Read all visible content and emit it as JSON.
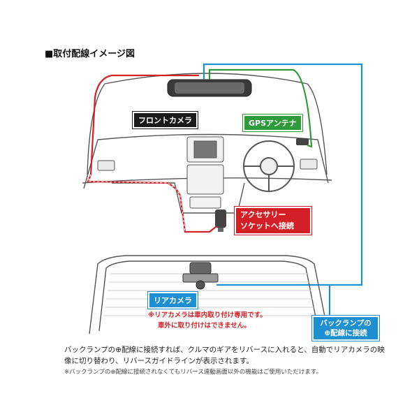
{
  "title": "■取付配線イメージ図",
  "labels": {
    "front_camera": "フロントカメラ",
    "gps_antenna": "GPSアンテナ",
    "accessory_line1": "アクセサリー",
    "accessory_line2": "ソケットへ接続",
    "rear_camera": "リアカメラ",
    "rear_note_1": "※リアカメラは車内取り付け専用です。",
    "rear_note_2": "車外に取り付けはできません。",
    "backlamp_line1": "バックランプの",
    "backlamp_line2": "⊕配線に接続"
  },
  "description": "バックランプの⊕配線に接続すれば、クルマのギアをリバースに入れると、自動でリアカメラの映像に切り替わり、リバースガイドラインが表示されます。",
  "footnote": "※バックランプの⊕配線に接続されなくてもリバース連動画面以外の機能はご使用いただけます。",
  "colors": {
    "wire_red": "#d32026",
    "wire_green": "#2e9a3a",
    "wire_blue": "#1e8fd1",
    "line_gray": "#555555"
  }
}
